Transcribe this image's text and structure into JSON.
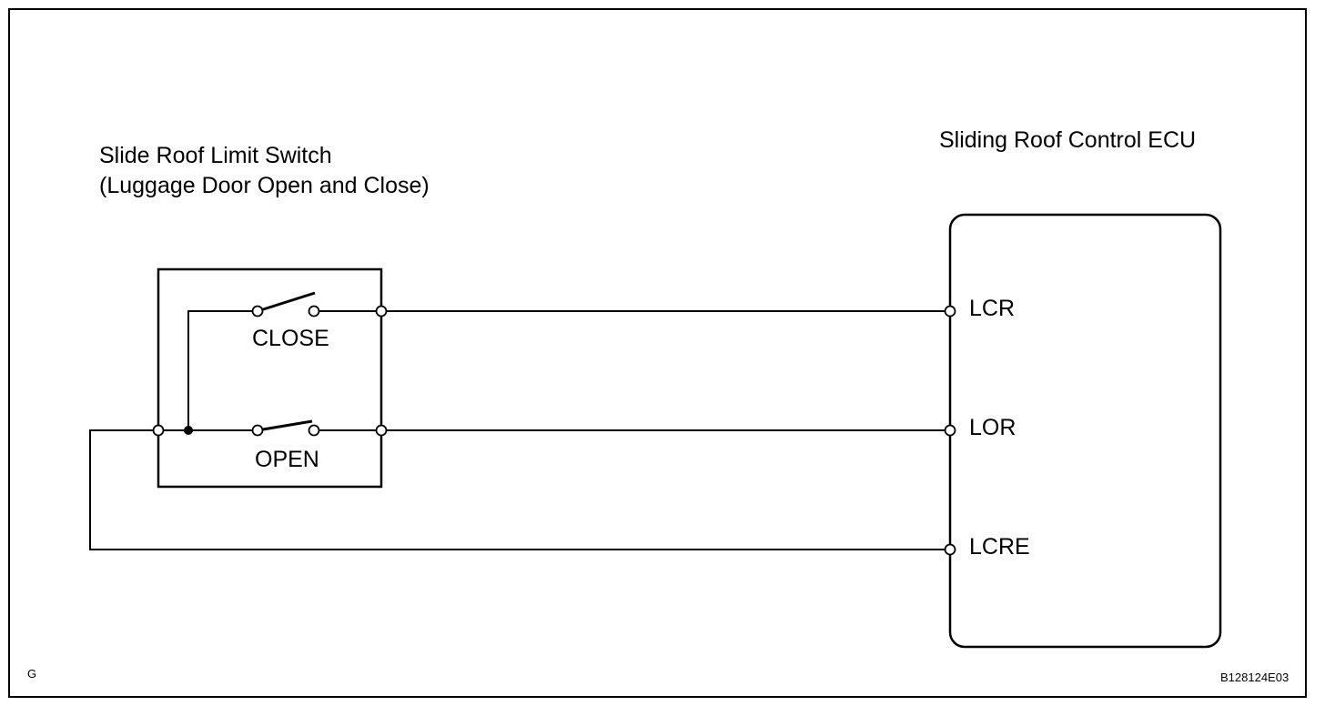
{
  "switch": {
    "title_line1": "Slide Roof Limit Switch",
    "title_line2": "(Luggage Door Open and Close)",
    "close_label": "CLOSE",
    "open_label": "OPEN"
  },
  "ecu": {
    "title": "Sliding Roof Control ECU",
    "pins": [
      "LCR",
      "LOR",
      "LCRE"
    ]
  },
  "footer": {
    "corner_mark": "G",
    "figure_code": "B128124E03"
  }
}
